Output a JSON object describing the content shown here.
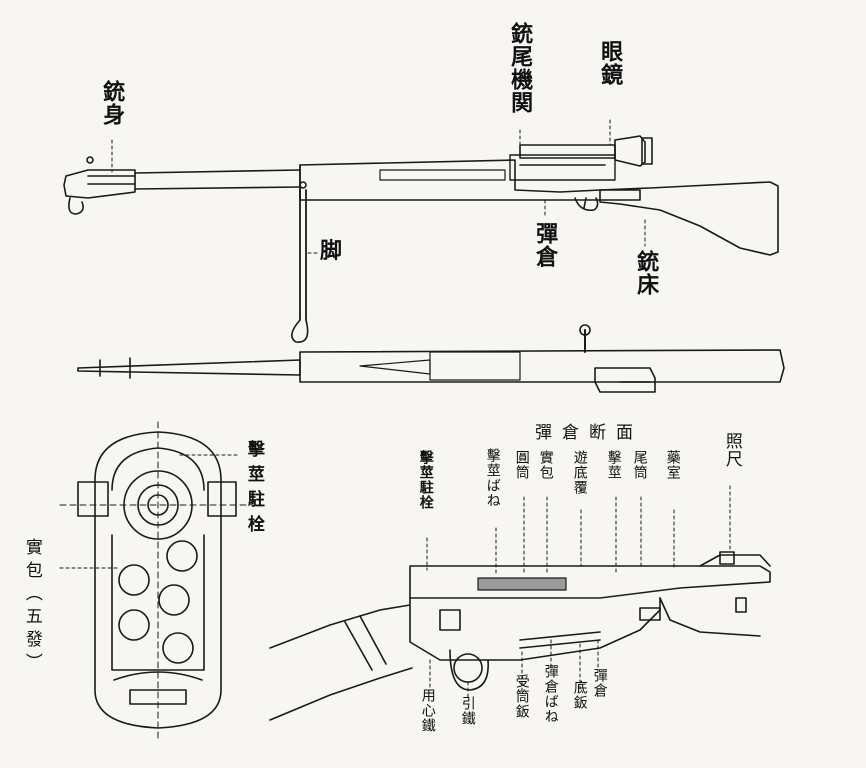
{
  "figure": {
    "side_view": {
      "barrel": "銃身",
      "bolt_mechanism": "銃尾機関",
      "scope": "眼鏡",
      "bipod": "脚",
      "magazine": "彈倉",
      "stock": "銃床"
    },
    "cross_section": {
      "firing_pin_stop": "擊莖駐栓",
      "cartridges": "實包（五發）"
    },
    "breech_section": {
      "title": "彈倉断面",
      "firing_pin_stop": "擊莖駐栓",
      "firing_pin_spring": "擊莖ばね",
      "cylinder": "圓筒",
      "cartridge": "實包",
      "cover": "遊底覆",
      "firing_pin": "擊莖",
      "tail_tube": "尾筒",
      "chamber": "藥室",
      "rear_sight": "照尺",
      "safety": "用心鐵",
      "trigger": "引鐵",
      "receiver_plate": "受筒鈑",
      "magazine_spring": "彈倉ばね",
      "floor_plate": "底鈑",
      "magazine": "彈倉"
    }
  }
}
